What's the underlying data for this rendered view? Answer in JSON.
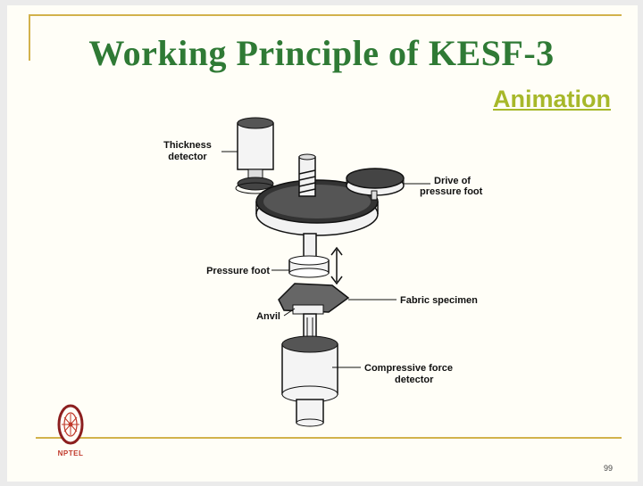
{
  "slide": {
    "title": "Working Principle of KESF-3",
    "animation_link": "Animation",
    "page_number": "99",
    "logo_text": "NPTEL"
  },
  "labels": {
    "thickness_detector_1": "Thickness",
    "thickness_detector_2": "detector",
    "drive_1": "Drive of",
    "drive_2": "pressure foot",
    "pressure_foot": "Pressure foot",
    "fabric_specimen": "Fabric specimen",
    "anvil": "Anvil",
    "compressive_1": "Compressive force",
    "compressive_2": "detector"
  },
  "colors": {
    "title": "#2f7a35",
    "animation": "#a7b82a",
    "accent_line": "#d2b24c",
    "logo": "#c0392b"
  }
}
